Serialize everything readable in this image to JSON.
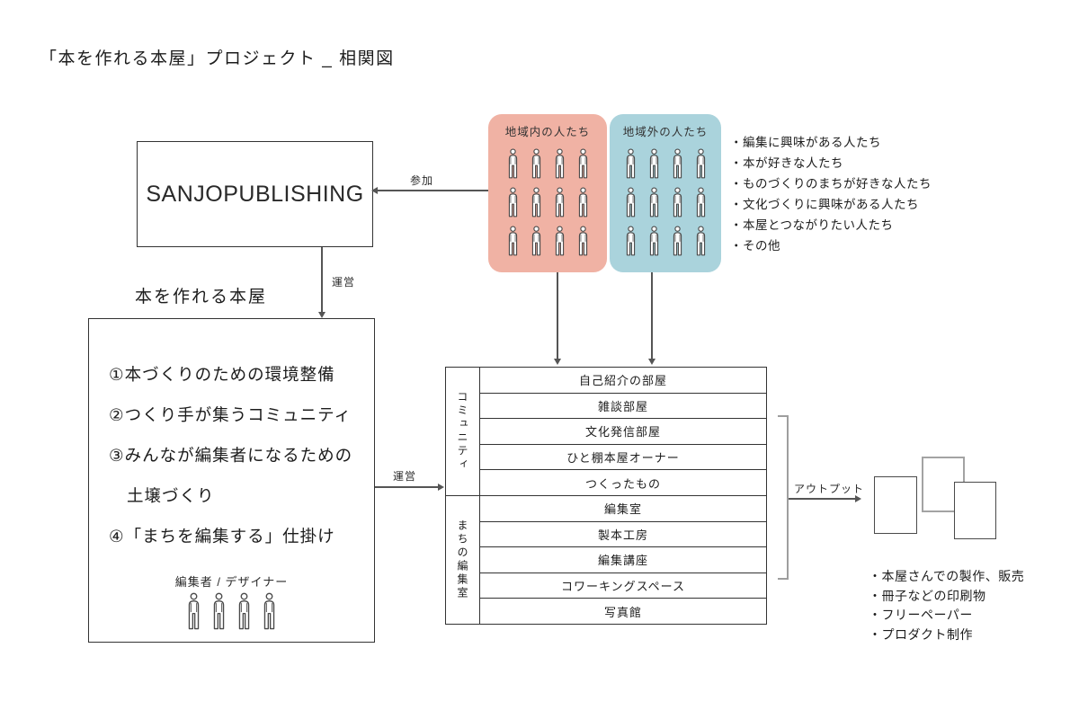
{
  "title": "「本を作れる本屋」プロジェクト _ 相関図",
  "colors": {
    "inside_group_bg": "#f0b2a4",
    "outside_group_bg": "#aad3dc",
    "line": "#555555",
    "bracket": "#9e9e9e"
  },
  "publisher": {
    "name": "SANJOPUBLISHING"
  },
  "labels": {
    "sanka": "参加",
    "unei_top": "運営",
    "unei_mid": "運営",
    "output": "アウトプット"
  },
  "bookstore": {
    "title": "本を作れる本屋",
    "items": [
      "①本づくりのための環境整備",
      "②つくり手が集うコミュニティ",
      "③みんなが編集者になるための",
      "土壌づくり",
      "④「まちを編集する」仕掛け"
    ],
    "staff": "編集者 / デザイナー"
  },
  "groups": {
    "inside": {
      "label": "地域内の人たち"
    },
    "outside": {
      "label": "地域外の人たち"
    }
  },
  "interest_list": [
    "・編集に興味がある人たち",
    "・本が好きな人たち",
    "・ものづくりのまちが好きな人たち",
    "・文化づくりに興味がある人たち",
    "・本屋とつながりたい人たち",
    "・その他"
  ],
  "rooms": {
    "sections": [
      {
        "label": "コミュニティ",
        "rows": [
          "自己紹介の部屋",
          "雑談部屋",
          "文化発信部屋",
          "ひと棚本屋オーナー",
          "つくったもの"
        ]
      },
      {
        "label": "まちの編集室",
        "rows": [
          "編集室",
          "製本工房",
          "編集講座",
          "コワーキングスペース",
          "写真館"
        ]
      }
    ]
  },
  "outputs": [
    "・本屋さんでの製作、販売",
    "・冊子などの印刷物",
    "・フリーペーパー",
    "・プロダクト制作"
  ]
}
